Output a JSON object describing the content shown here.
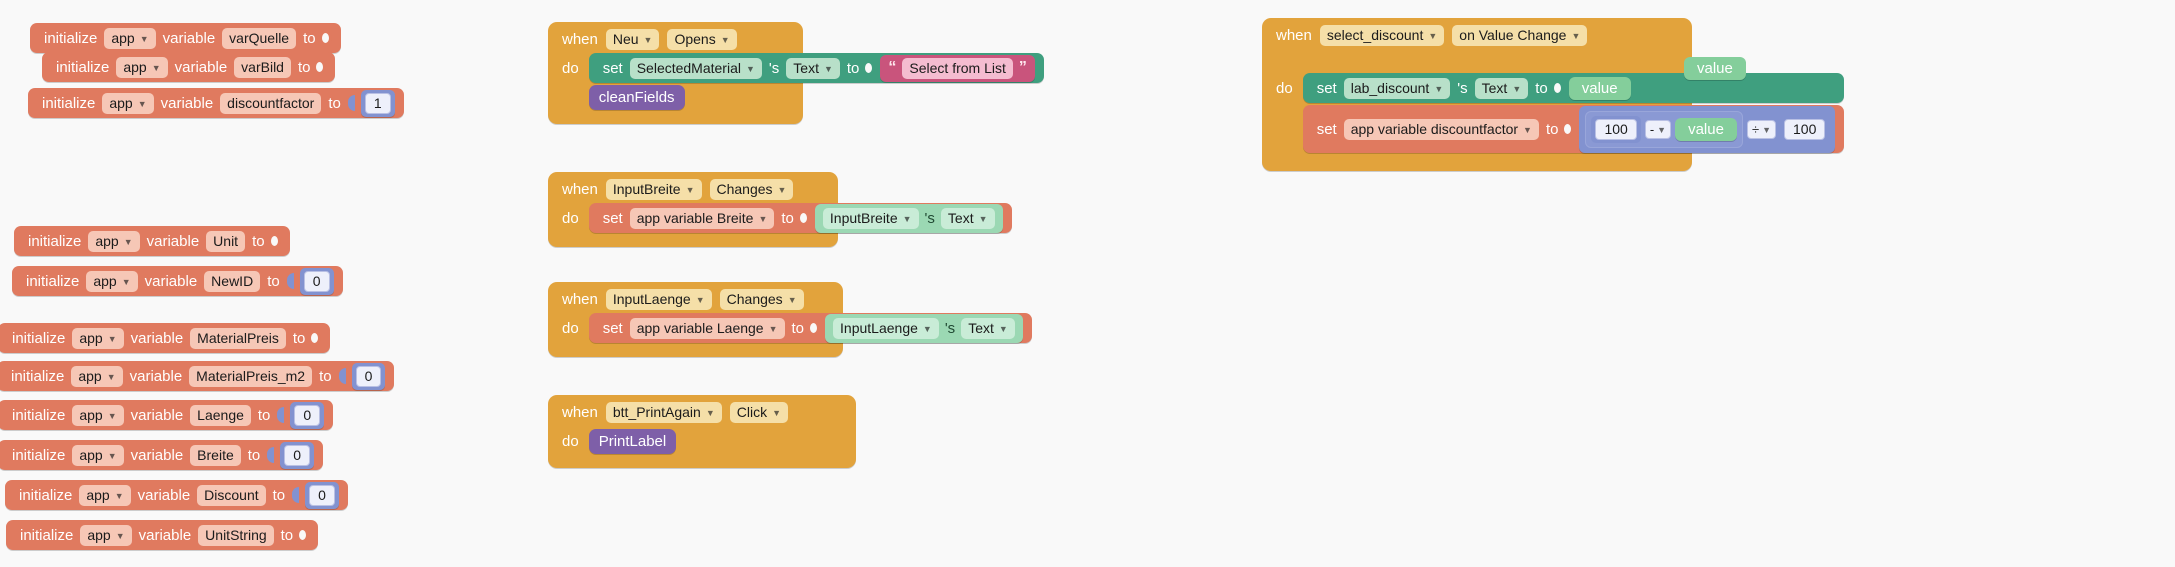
{
  "editor": {
    "background": "#f9f9f9",
    "colors": {
      "variable_orange": "#e07a5f",
      "event_yellow": "#e2a33c",
      "component_green": "#3f9f7f",
      "getter_green": "#84ce9b",
      "text_pink": "#c9547c",
      "math_blue": "#8292d0",
      "procedure_purple": "#7e5fa8"
    },
    "words": {
      "initialize": "initialize",
      "variable": "variable",
      "to": "to",
      "when": "when",
      "do": "do",
      "set": "set",
      "apostrophe_s": "'s",
      "quote_open": "“",
      "quote_close": "”"
    }
  },
  "variable_blocks": [
    {
      "scope": "app",
      "name": "varQuelle",
      "value": "",
      "has_value": false
    },
    {
      "scope": "app",
      "name": "varBild",
      "value": "",
      "has_value": false
    },
    {
      "scope": "app",
      "name": "discountfactor",
      "value": "1",
      "has_value": true
    },
    {
      "scope": "app",
      "name": "Unit",
      "value": "",
      "has_value": false
    },
    {
      "scope": "app",
      "name": "NewID",
      "value": "0",
      "has_value": true
    },
    {
      "scope": "app",
      "name": "MaterialPreis",
      "value": "",
      "has_value": false
    },
    {
      "scope": "app",
      "name": "MaterialPreis_m2",
      "value": "0",
      "has_value": true
    },
    {
      "scope": "app",
      "name": "Laenge",
      "value": "0",
      "has_value": true
    },
    {
      "scope": "app",
      "name": "Breite",
      "value": "0",
      "has_value": true
    },
    {
      "scope": "app",
      "name": "Discount",
      "value": "0",
      "has_value": true
    },
    {
      "scope": "app",
      "name": "UnitString",
      "value": "",
      "has_value": false
    }
  ],
  "event_neu": {
    "component": "Neu",
    "event": "Opens",
    "set_component": "SelectedMaterial",
    "set_property": "Text",
    "string_value": "Select from List",
    "procedure_call": "cleanFields"
  },
  "event_input_breite": {
    "component": "InputBreite",
    "event": "Changes",
    "set_variable": "app variable Breite",
    "getter_component": "InputBreite",
    "getter_property": "Text"
  },
  "event_input_laenge": {
    "component": "InputLaenge",
    "event": "Changes",
    "set_variable": "app variable Laenge",
    "getter_component": "InputLaenge",
    "getter_property": "Text"
  },
  "event_print_again": {
    "component": "btt_PrintAgain",
    "event": "Click",
    "procedure_call": "PrintLabel"
  },
  "event_select_discount": {
    "component": "select_discount",
    "event": "on Value Change",
    "param_value": "value",
    "set_component": "lab_discount",
    "set_property": "Text",
    "set_value_getter": "value",
    "set_variable": "app variable discountfactor",
    "math": {
      "left_operand": "100",
      "operator": "-",
      "right_operand": "value",
      "outer_operator": "÷",
      "outer_operand": "100"
    }
  }
}
